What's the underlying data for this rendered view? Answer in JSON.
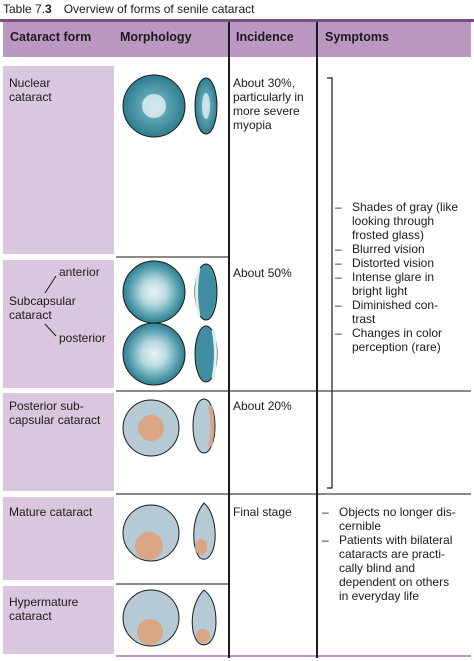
{
  "caption": {
    "table_number_prefix": "Table 7.",
    "table_number_bold": "3",
    "title": "Overview of forms of senile cataract"
  },
  "headers": {
    "form": "Cataract form",
    "morphology": "Morphology",
    "incidence": "Incidence",
    "symptoms": "Symptoms"
  },
  "rows": {
    "nuclear": {
      "form": "Nuclear\ncataract",
      "incidence": "About 30%,\nparticularly in\nmore severe\nmyopia"
    },
    "subcapsular": {
      "form": "Subcapsular\ncataract",
      "anterior_label": "anterior",
      "posterior_label": "posterior",
      "incidence": "About 50%"
    },
    "posterior_subcapsular": {
      "form": "Posterior sub-\ncapsular cataract",
      "incidence": "About 20%"
    },
    "mature": {
      "form": "Mature cataract",
      "incidence": "Final stage"
    },
    "hypermature": {
      "form": "Hypermature\ncataract"
    }
  },
  "symptoms_early": [
    "Shades of gray (like\nlooking through\nfrosted glass)",
    "Blurred vision",
    "Distorted vision",
    "Intense glare in\nbright light",
    "Diminished con-\ntrast",
    "Changes in color\nperception (rare)"
  ],
  "symptoms_late": [
    "Objects no longer dis-\ncernible",
    "Patients with bilateral\ncataracts are practi-\ncally blind and\ndependent on others\nin everyday life"
  ],
  "colors": {
    "header_bg": "#bb98c2",
    "form_cell_bg": "#dbc6df",
    "lens_teal": "#3f8fa0",
    "lens_gray": "#b6cad6",
    "opacity_tan": "#d9a585"
  },
  "icons": [
    "nuclear-lens-icon",
    "anterior-subcapsular-lens-icon",
    "posterior-subcapsular-lens-icon",
    "posterior-subcapsular-gray-lens-icon",
    "mature-lens-icon",
    "hypermature-lens-icon"
  ]
}
